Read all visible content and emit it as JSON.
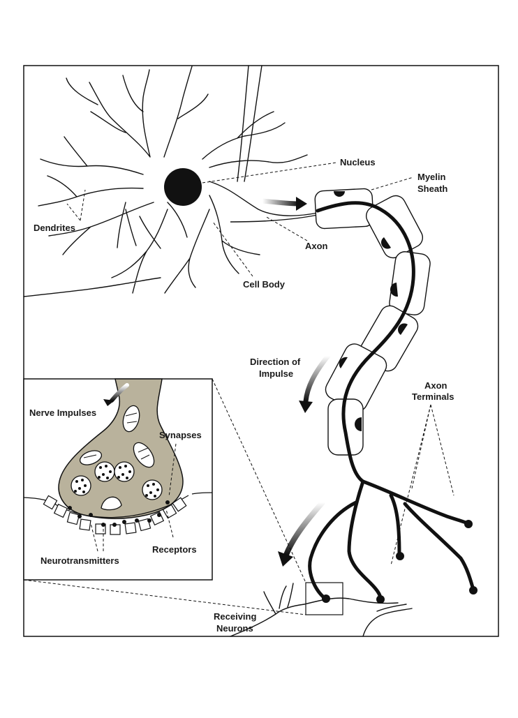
{
  "labels": {
    "nucleus": "Nucleus",
    "myelin_line1": "Myelin",
    "myelin_line2": "Sheath",
    "dendrites": "Dendrites",
    "axon": "Axon",
    "cell_body": "Cell Body",
    "direction_line1": "Direction of",
    "direction_line2": "Impulse",
    "axon_terminals_line1": "Axon",
    "axon_terminals_line2": "Terminals",
    "nerve_impulses": "Nerve Impulses",
    "synapses": "Synapses",
    "receptors": "Receptors",
    "neurotransmitters": "Neurotransmitters",
    "receiving_line1": "Receiving",
    "receiving_line2": "Neurons"
  },
  "colors": {
    "line": "#111111",
    "terminal_fill": "#b9b29c",
    "white": "#ffffff"
  }
}
